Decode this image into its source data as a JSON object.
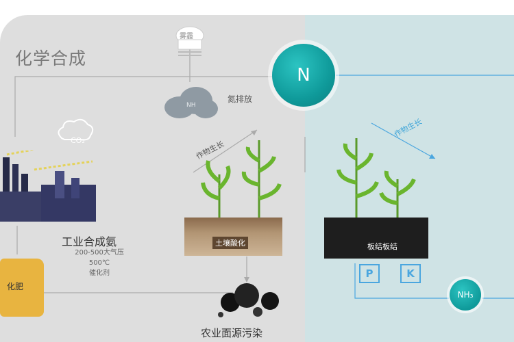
{
  "diagram": {
    "title": "化学合成",
    "lightning_cloud_label": "雾霾",
    "rain_cloud_label": "NH",
    "nitrogen_emission_label": "氮排放",
    "co2_label": "CO₂",
    "n_label": "N",
    "factory_title": "工业合成氨",
    "factory_conditions": [
      "200-500大气压",
      "500℃",
      "催化剂"
    ],
    "fertilizer_label": "化肥",
    "crop_growth_left": "作物生长",
    "crop_growth_right": "作物生长",
    "soil_acid_label": "土壤酸化",
    "soil_hardening_label": "板结板结",
    "phosphorus_label": "P",
    "potassium_label": "K",
    "nh3_label": "NH₃",
    "pollution_label": "农业面源污染"
  },
  "colors": {
    "left_panel": "#dedede",
    "right_panel": "#cfe3e5",
    "nitrogen_teal": "#0f9a9a",
    "blue_accent": "#4aa6df",
    "fertilizer_sack": "#e8b440"
  }
}
